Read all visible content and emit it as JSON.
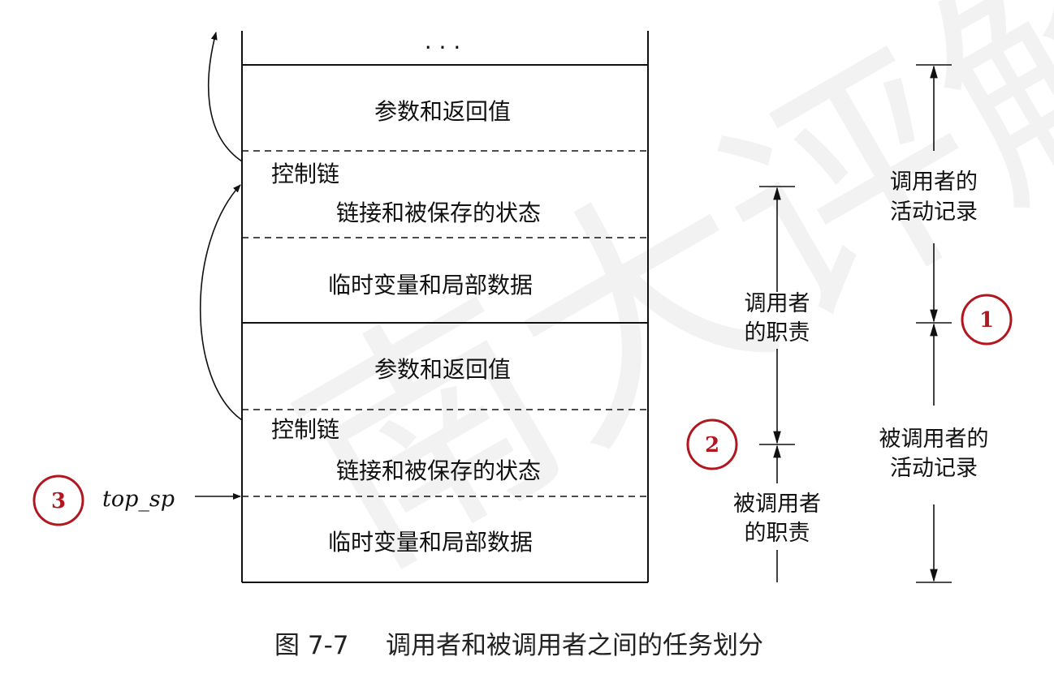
{
  "stack": {
    "ellipsis": "· · ·",
    "caller_record": {
      "params_return": "参数和返回值",
      "control_link": "控制链",
      "links_saved_state": "链接和被保存的状态",
      "temps_locals": "临时变量和局部数据"
    },
    "callee_record": {
      "params_return": "参数和返回值",
      "control_link": "控制链",
      "links_saved_state": "链接和被保存的状态",
      "temps_locals": "临时变量和局部数据"
    }
  },
  "pointer": {
    "marker": "3",
    "label": "top_sp"
  },
  "responsibility": {
    "marker": "2",
    "caller_line1": "调用者",
    "caller_line2": "的职责",
    "callee_line1": "被调用者",
    "callee_line2": "的职责"
  },
  "activation": {
    "marker": "1",
    "caller_line1": "调用者的",
    "caller_line2": "活动记录",
    "callee_line1": "被调用者的",
    "callee_line2": "活动记录"
  },
  "caption": {
    "figure_number": "图 7-7",
    "title": "调用者和被调用者之间的任务划分"
  },
  "watermark": "南大评解",
  "colors": {
    "marker": "#b0171f",
    "ink": "#111111"
  }
}
